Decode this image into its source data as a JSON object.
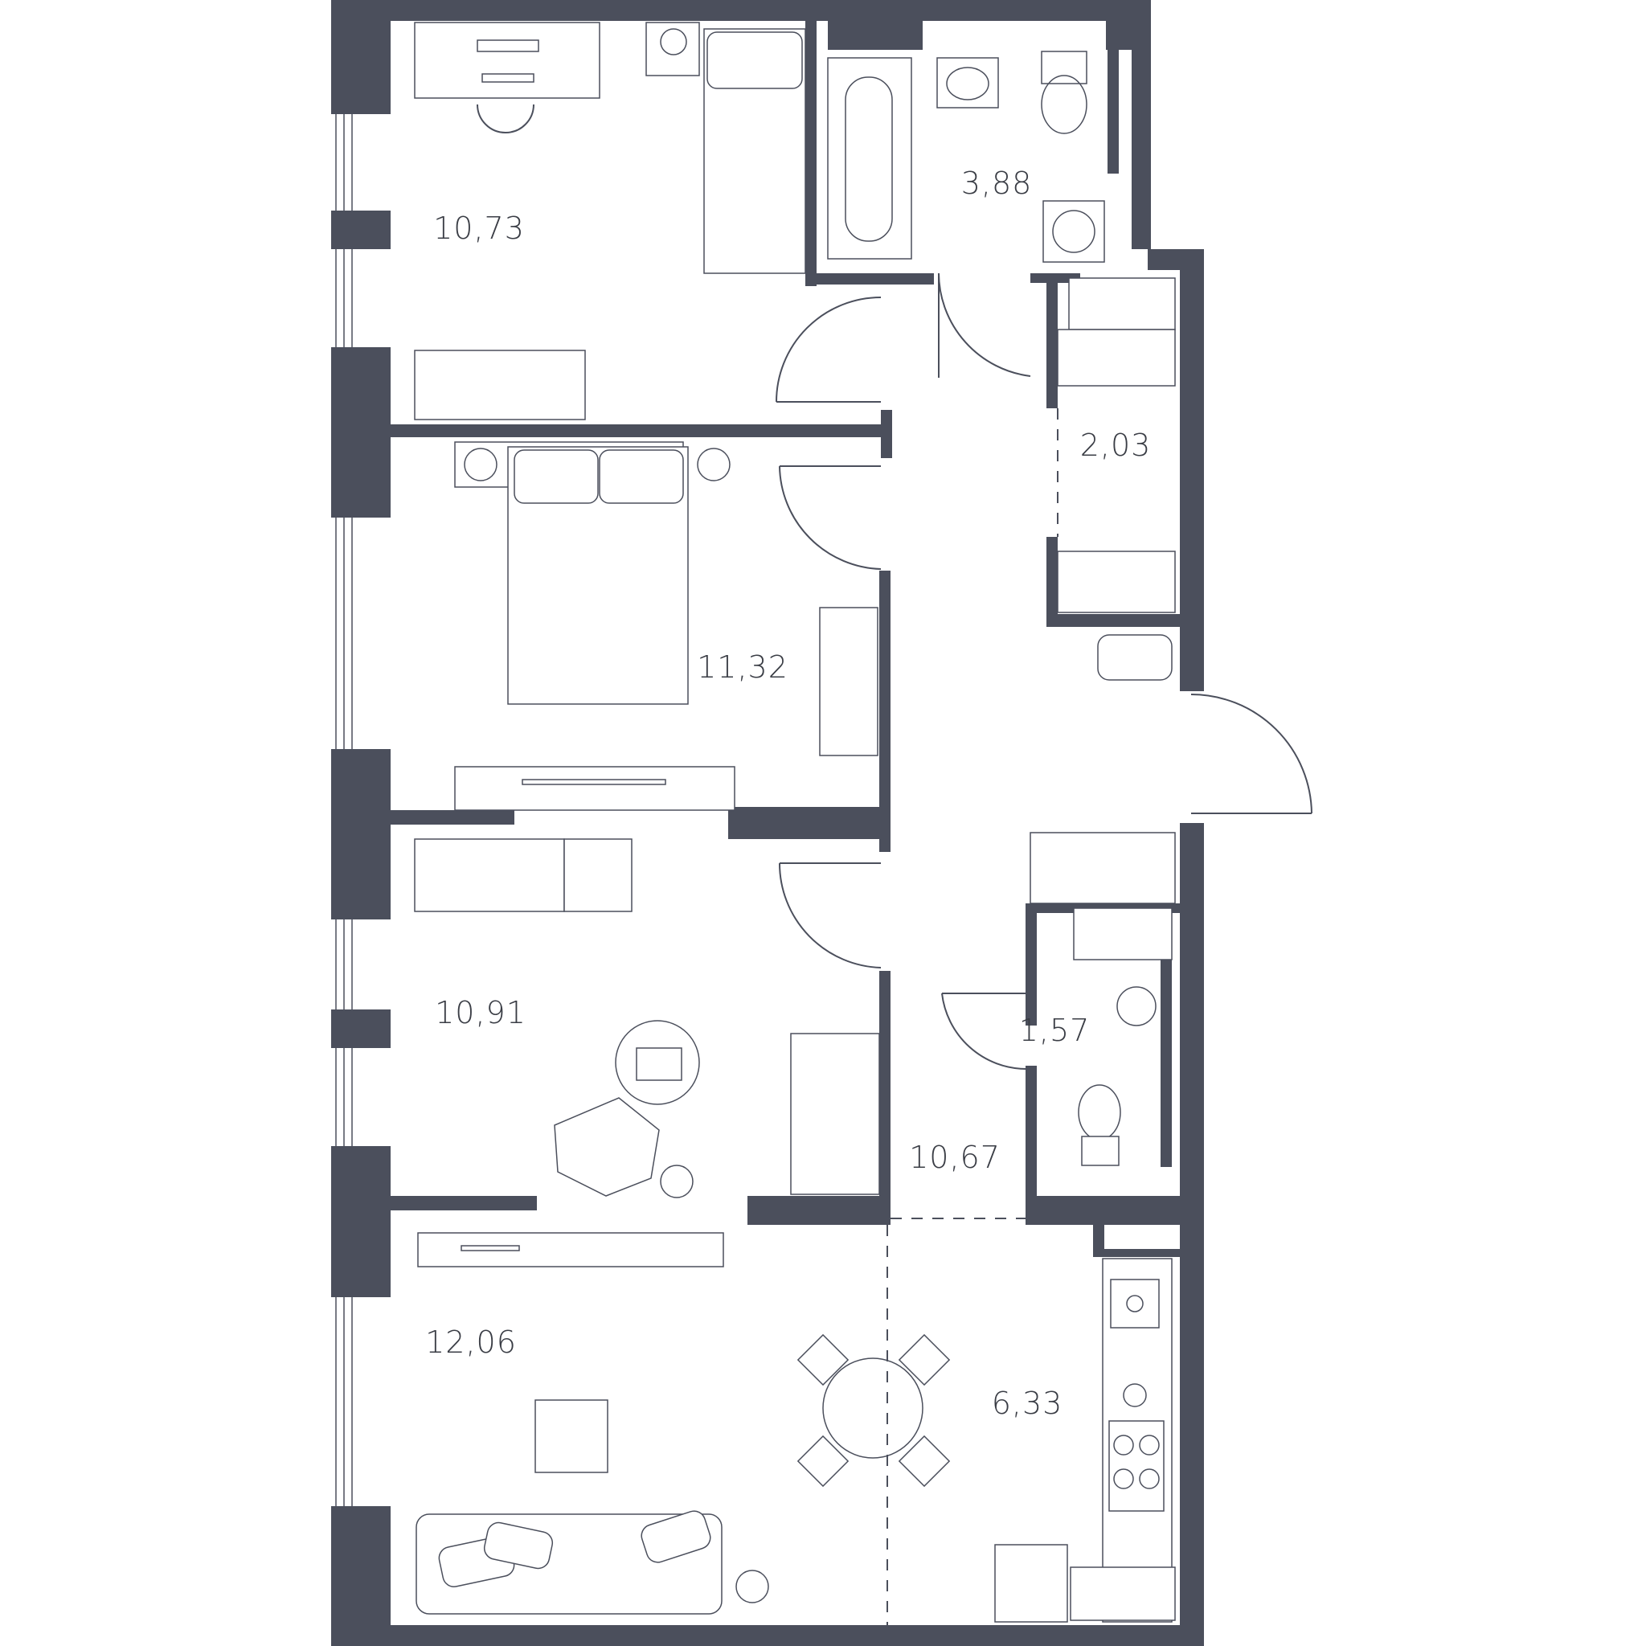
{
  "plan": {
    "rooms": [
      {
        "id": "bedroom-1",
        "area": "10,73"
      },
      {
        "id": "bathroom",
        "area": "3,88"
      },
      {
        "id": "wardrobe",
        "area": "2,03"
      },
      {
        "id": "bedroom-2",
        "area": "11,32"
      },
      {
        "id": "bedroom-3",
        "area": "10,91"
      },
      {
        "id": "toilet",
        "area": "1,57"
      },
      {
        "id": "hallway",
        "area": "10,67"
      },
      {
        "id": "living-room",
        "area": "12,06"
      },
      {
        "id": "kitchen",
        "area": "6,33"
      }
    ],
    "colors": {
      "wall": "#4b4f5c",
      "background": "#ffffff",
      "text": "#3a3d45"
    }
  }
}
